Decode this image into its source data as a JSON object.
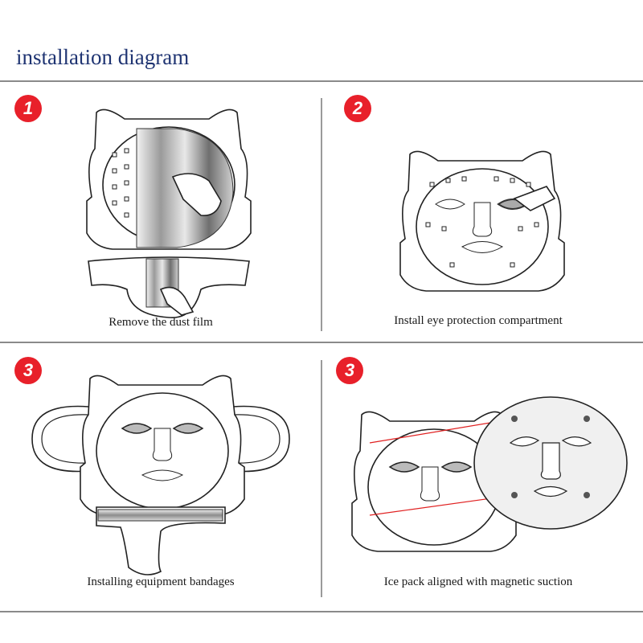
{
  "title": "installation diagram",
  "colors": {
    "title": "#1f3472",
    "badge": "#e8202a",
    "rule": "#8a8a8a"
  },
  "steps": [
    {
      "badge": "1",
      "caption": "Remove the dust film"
    },
    {
      "badge": "2",
      "caption": "Install eye protection compartment"
    },
    {
      "badge": "3",
      "caption": "Installing equipment bandages"
    },
    {
      "badge": "3",
      "caption": "Ice pack aligned with magnetic suction"
    }
  ]
}
